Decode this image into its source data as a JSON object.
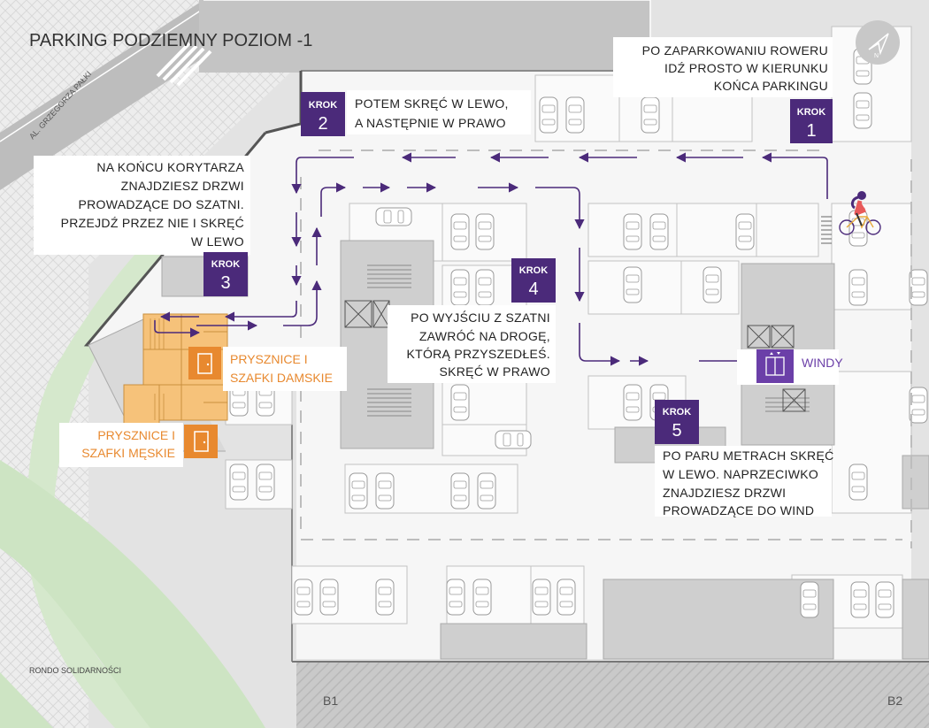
{
  "title": "PARKING PODZIEMNY POZIOM -1",
  "streets": {
    "palki": "AL. GRZEGORZA PAŁKI",
    "rondo": "RONDO SOLIDARNOŚCI",
    "b1": "B1",
    "b2": "B2"
  },
  "steps": [
    {
      "krok": "KROK",
      "num": "1",
      "lines": [
        "PO ZAPARKOWANIU ROWERU",
        "IDŹ PROSTO W KIERUNKU",
        "KOŃCA PARKINGU"
      ]
    },
    {
      "krok": "KROK",
      "num": "2",
      "lines": [
        "POTEM SKRĘĆ W LEWO,",
        "A NASTĘPNIE W PRAWO"
      ]
    },
    {
      "krok": "KROK",
      "num": "3",
      "lines": [
        "NA KOŃCU KORYTARZA",
        "ZNAJDZIESZ DRZWI",
        "PROWADZĄCE DO SZATNI.",
        "PRZEJDŹ PRZEZ NIE I SKRĘĆ",
        "W LEWO"
      ]
    },
    {
      "krok": "KROK",
      "num": "4",
      "lines": [
        "PO WYJŚCIU Z SZATNI",
        "ZAWRÓĆ NA DROGĘ,",
        "KTÓRĄ PRZYSZEDŁEŚ.",
        "SKRĘĆ W PRAWO"
      ]
    },
    {
      "krok": "KROK",
      "num": "5",
      "lines": [
        "PO PARU METRACH SKRĘĆ",
        "W LEWO. NAPRZECIWKO",
        "ZNAJDZIESZ DRZWI",
        "PROWADZĄCE DO WIND"
      ]
    }
  ],
  "facilities": {
    "women": [
      "PRYSZNICE I",
      "SZAFKI DAMSKIE"
    ],
    "men": [
      "PRYSZNICE I",
      "SZAFKI MĘSKIE"
    ],
    "elevators": "WINDY"
  },
  "icons": {
    "compass": "compass-icon",
    "bike": "bicycle-icon",
    "door": "door-icon",
    "elevator": "elevator-icon"
  },
  "colors": {
    "purple": "#4b2a7a",
    "orange": "#e8892f",
    "orange_light": "#f6c27a",
    "green": "#cfe6c4",
    "gray_road": "#c6c6c6",
    "gray_block": "#cfcfcf"
  }
}
